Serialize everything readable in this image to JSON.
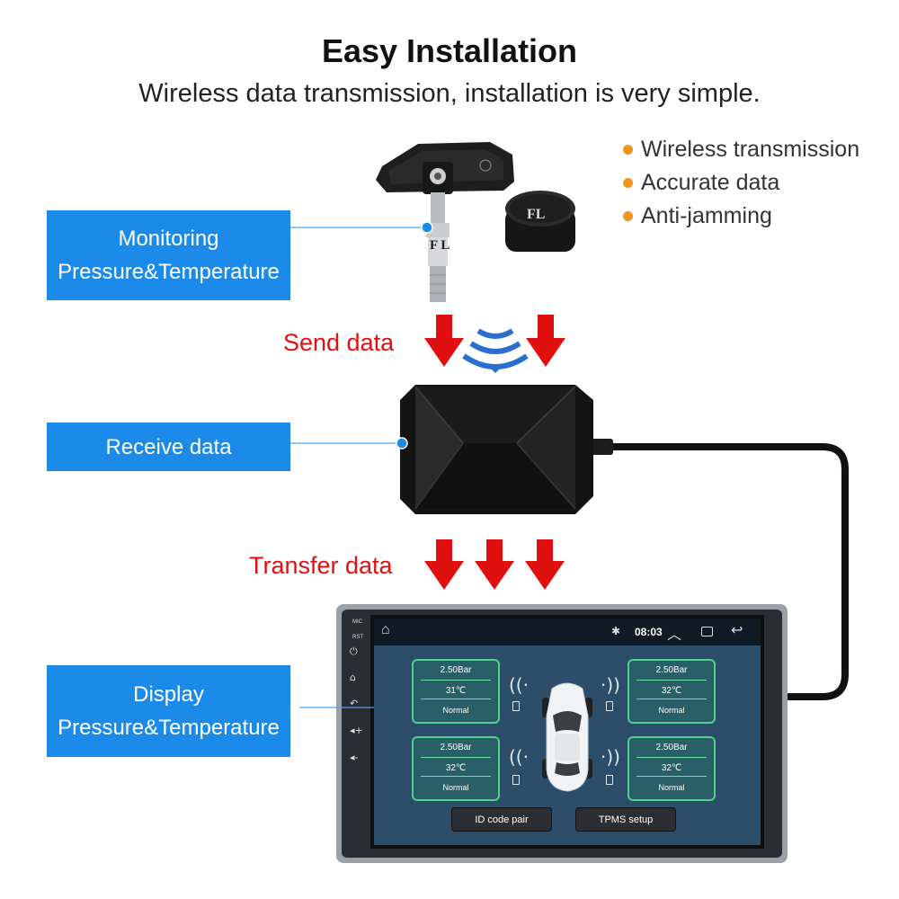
{
  "header": {
    "title": "Easy Installation",
    "subtitle": "Wireless data transmission, installation is very simple."
  },
  "features": [
    "Wireless transmission",
    "Accurate data",
    "Anti-jamming"
  ],
  "callouts": {
    "monitoring": {
      "line1": "Monitoring",
      "line2": "Pressure&Temperature"
    },
    "receive": {
      "line1": "Receive data"
    },
    "display": {
      "line1": "Display",
      "line2": "Pressure&Temperature"
    }
  },
  "labels": {
    "send": "Send data",
    "transfer": "Transfer data"
  },
  "sensor": {
    "valve_label": "F L",
    "cap_label": "FL"
  },
  "head_unit": {
    "side_labels": {
      "mic": "MIC",
      "rst": "RST"
    },
    "status": {
      "time": "08:03"
    },
    "tires": [
      {
        "pressure": "2.50Bar",
        "temp": "31℃",
        "status": "Normal"
      },
      {
        "pressure": "2.50Bar",
        "temp": "32℃",
        "status": "Normal"
      },
      {
        "pressure": "2.50Bar",
        "temp": "32℃",
        "status": "Normal"
      },
      {
        "pressure": "2.50Bar",
        "temp": "32℃",
        "status": "Normal"
      }
    ],
    "buttons": {
      "pair": "ID code pair",
      "setup": "TPMS setup"
    }
  },
  "colors": {
    "callout_blue": "#1b8ae8",
    "arrow_red": "#e01010",
    "bullet_orange": "#f0941e",
    "tire_green": "#4fd192"
  }
}
